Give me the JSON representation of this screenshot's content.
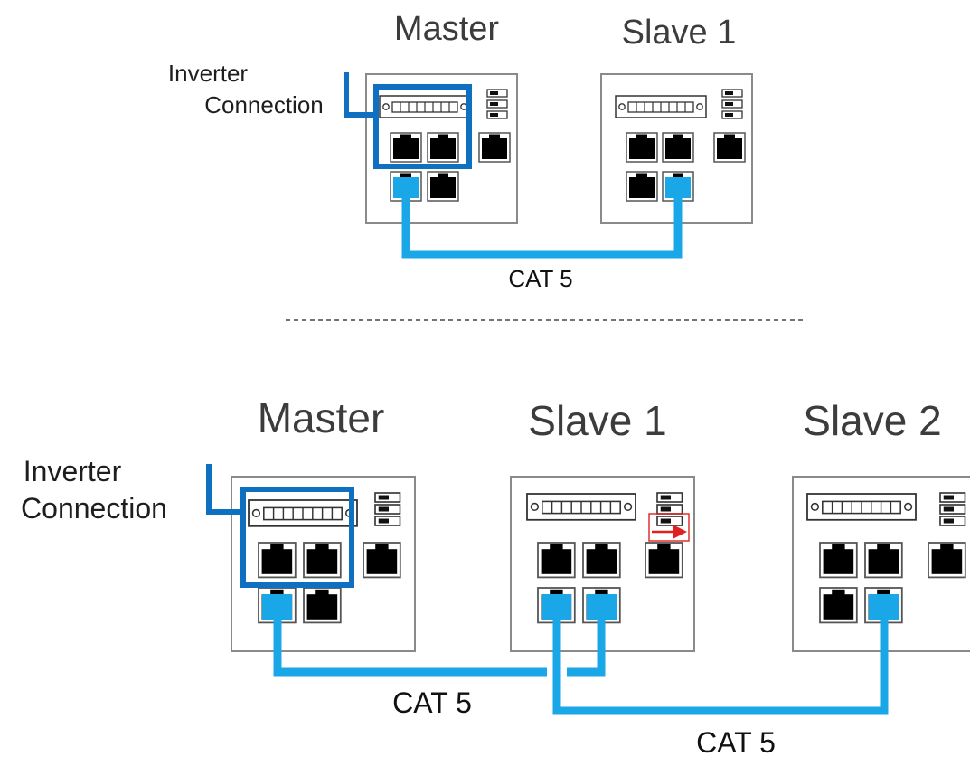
{
  "top_scenario": {
    "devices": [
      {
        "title": "Master"
      },
      {
        "title": "Slave 1"
      }
    ],
    "inverter_label": {
      "line1": "Inverter",
      "line2": "Connection"
    },
    "cable_label": "CAT 5"
  },
  "bottom_scenario": {
    "devices": [
      {
        "title": "Master"
      },
      {
        "title": "Slave 1"
      },
      {
        "title": "Slave 2"
      }
    ],
    "inverter_label": {
      "line1": "Inverter",
      "line2": "Connection"
    },
    "cable_labels": [
      "CAT 5",
      "CAT 5"
    ]
  },
  "colors": {
    "cable": "#1aa7e8",
    "inverter_highlight": "#0f6fc0",
    "termination_marker": "#e02020",
    "device_border": "#8a8a8a",
    "port_fill": "#000000",
    "divider": "#444444"
  }
}
